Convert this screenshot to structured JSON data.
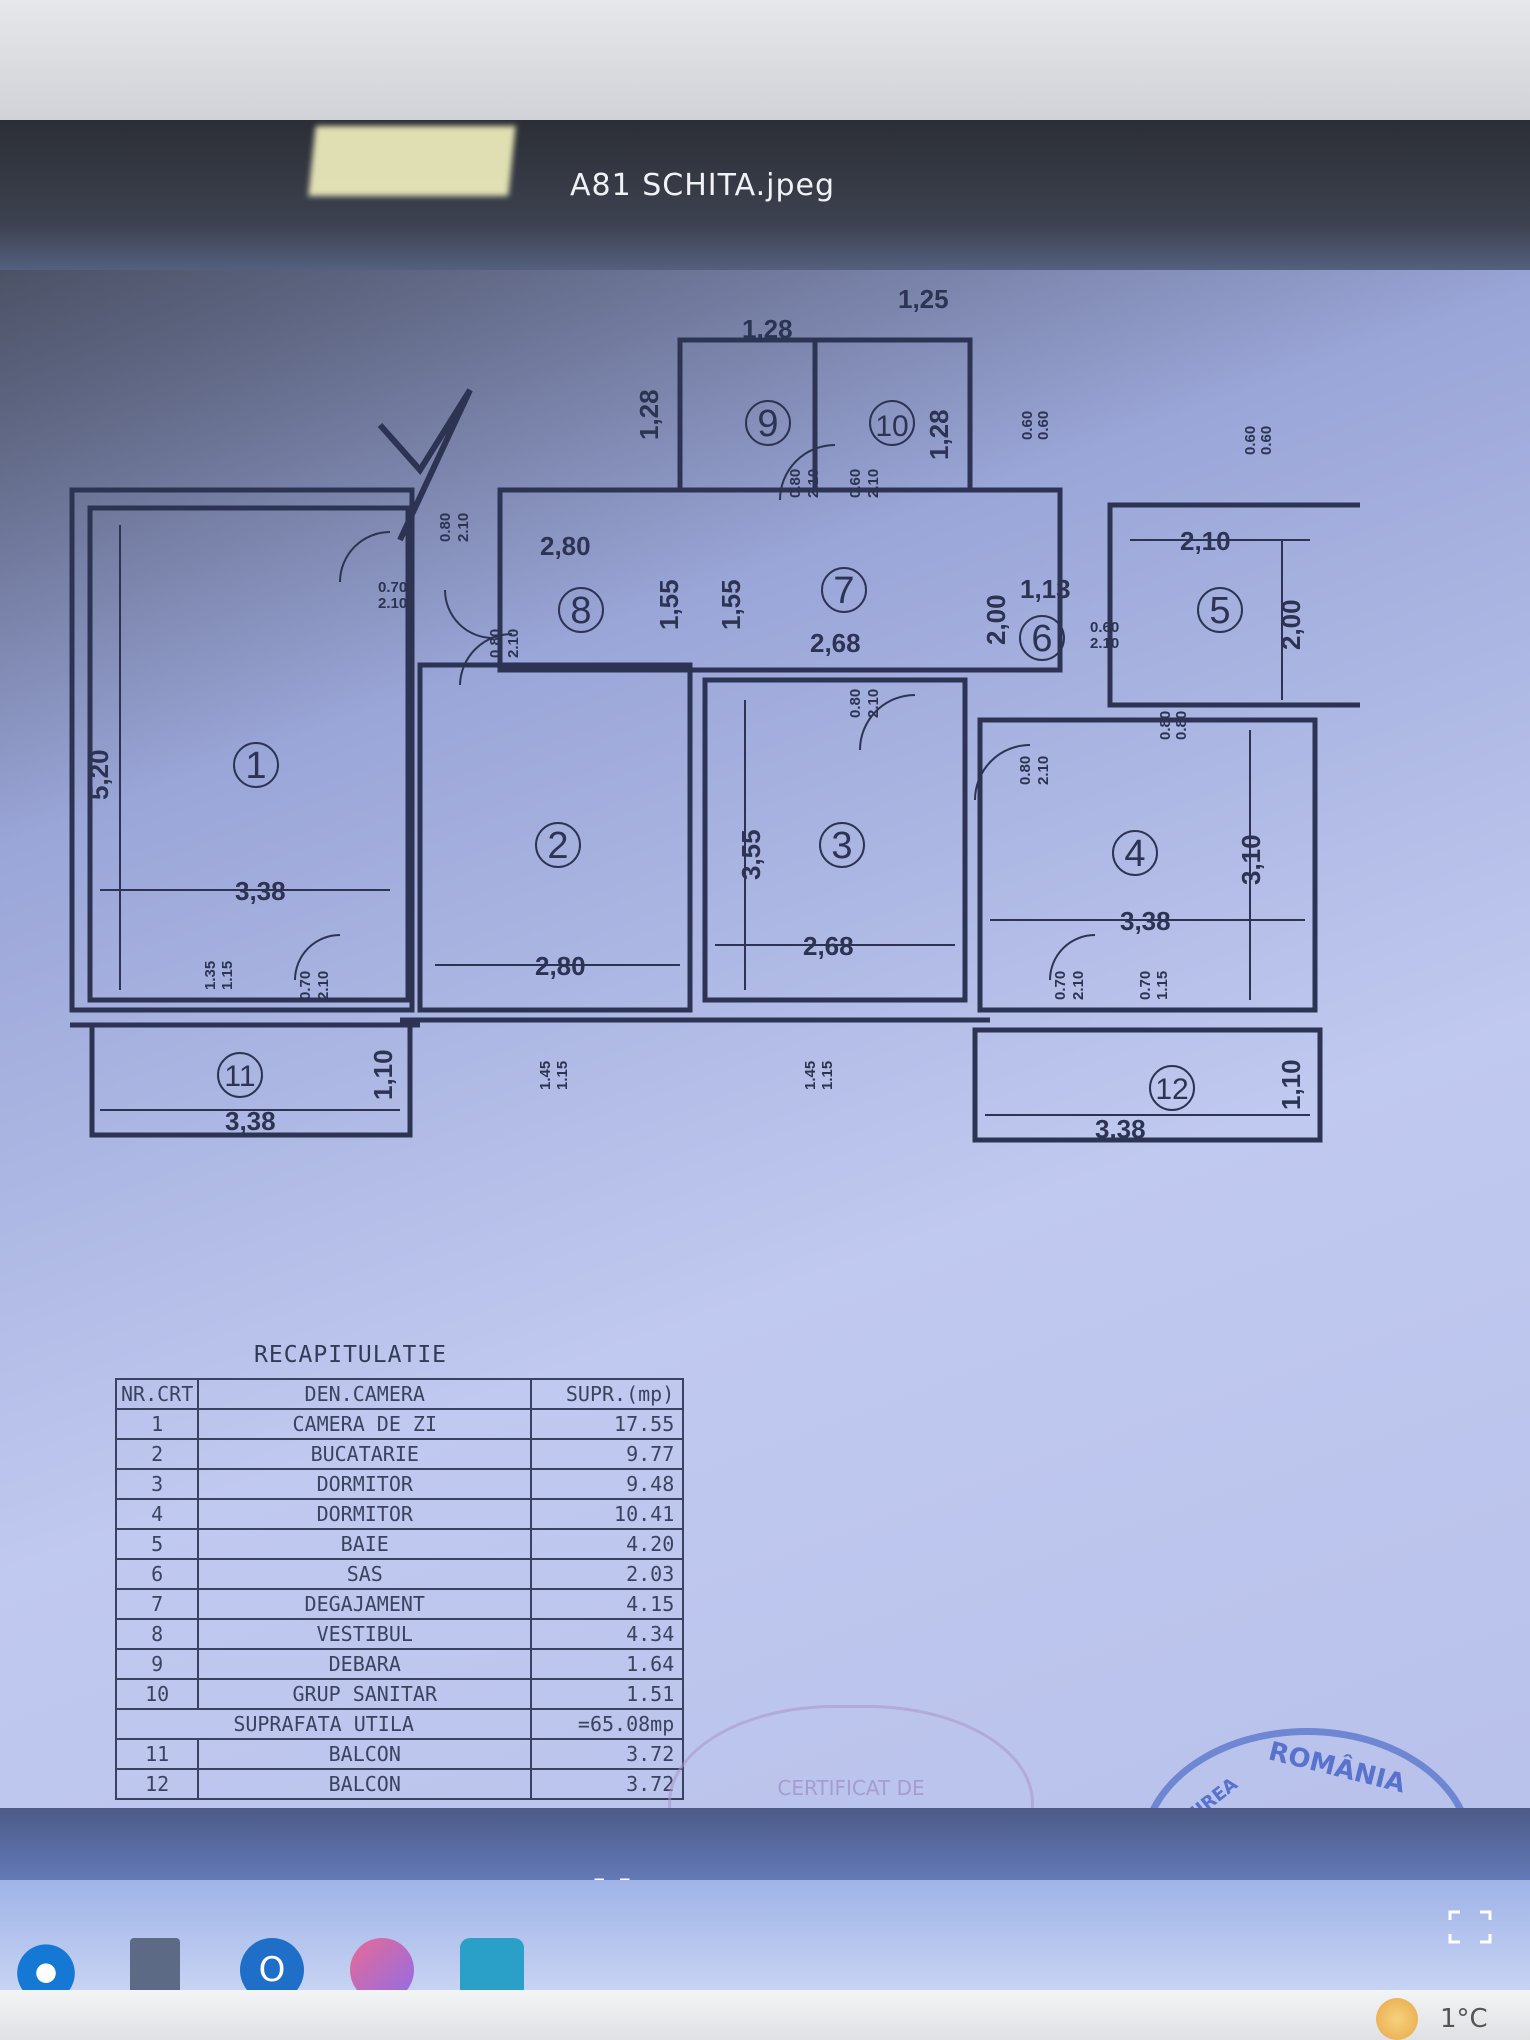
{
  "window": {
    "title": "A81 SCHITA.jpeg"
  },
  "plan": {
    "rooms": [
      {
        "num": "1"
      },
      {
        "num": "2"
      },
      {
        "num": "3"
      },
      {
        "num": "4"
      },
      {
        "num": "5"
      },
      {
        "num": "6"
      },
      {
        "num": "7"
      },
      {
        "num": "8"
      },
      {
        "num": "9"
      },
      {
        "num": "10"
      },
      {
        "num": "11"
      },
      {
        "num": "12"
      }
    ],
    "dimensions": {
      "d520": "5,20",
      "d338a": "3,38",
      "d280a": "2,80",
      "d280b": "2,80",
      "d355": "3,55",
      "d268a": "2,68",
      "d268b": "2,68",
      "d338b": "3,38",
      "d310": "3,10",
      "d210": "2,10",
      "d200a": "2,00",
      "d113": "1,13",
      "d200b": "2,00",
      "d155a": "1,55",
      "d155b": "1,55",
      "d128a": "1,28",
      "d128b": "1,28",
      "d125": "1,25",
      "d128c": "1,28",
      "d110a": "1,10",
      "d338c": "3,38",
      "d338d": "3.38",
      "d110b": "1,10"
    },
    "doors": {
      "o1": "0.80",
      "h1": "2.10",
      "o2": "0.70",
      "h2": "2.10",
      "o3": "0.80",
      "h3": "2.10",
      "o4": "0.80",
      "h4": "2.10",
      "o5": "0.60",
      "h5": "2.10",
      "o6": "0.80",
      "h6": "2.10",
      "o7": "0.70",
      "h7": "2.10",
      "o8": "0.70",
      "h8": "2.10",
      "o9": "0.80",
      "h9": "2.10",
      "o10": "0.60",
      "h10": "2.10"
    },
    "windows": {
      "w1a": "1.35",
      "w1b": "1.15",
      "w2a": "1.45",
      "w2b": "1.15",
      "w3a": "1.45",
      "w3b": "1.15",
      "w4a": "0.70",
      "w4b": "1.15",
      "w5a": "0.60",
      "w5b": "0.60",
      "w6a": "0.60",
      "w6b": "0.60",
      "w7a": "0.80",
      "w7b": "0.80"
    }
  },
  "recap": {
    "title": "RECAPITULATIE",
    "headers": {
      "nr": "NR.CRT",
      "name": "DEN.CAMERA",
      "area": "SUPR.(mp)"
    },
    "rows": [
      {
        "nr": "1",
        "name": "CAMERA DE ZI",
        "area": "17.55"
      },
      {
        "nr": "2",
        "name": "BUCATARIE",
        "area": "9.77"
      },
      {
        "nr": "3",
        "name": "DORMITOR",
        "area": "9.48"
      },
      {
        "nr": "4",
        "name": "DORMITOR",
        "area": "10.41"
      },
      {
        "nr": "5",
        "name": "BAIE",
        "area": "4.20"
      },
      {
        "nr": "6",
        "name": "SAS",
        "area": "2.03"
      },
      {
        "nr": "7",
        "name": "DEGAJAMENT",
        "area": "4.15"
      },
      {
        "nr": "8",
        "name": "VESTIBUL",
        "area": "4.34"
      },
      {
        "nr": "9",
        "name": "DEBARA",
        "area": "1.64"
      },
      {
        "nr": "10",
        "name": "GRUP SANITAR",
        "area": "1.51"
      }
    ],
    "total": {
      "label": "SUPRAFATA UTILA",
      "area": "=65.08mp"
    },
    "balconies": [
      {
        "nr": "11",
        "name": "BALCON",
        "area": "3.72"
      },
      {
        "nr": "12",
        "name": "BALCON",
        "area": "3.72"
      }
    ]
  },
  "stamps": {
    "left": "CERTIFICAT DE",
    "right_top": "ROMÂNIA",
    "right_side": "UNIREA"
  },
  "status": {
    "temperature": "1°C"
  },
  "taskbar": {
    "outlook_letter": "O"
  }
}
